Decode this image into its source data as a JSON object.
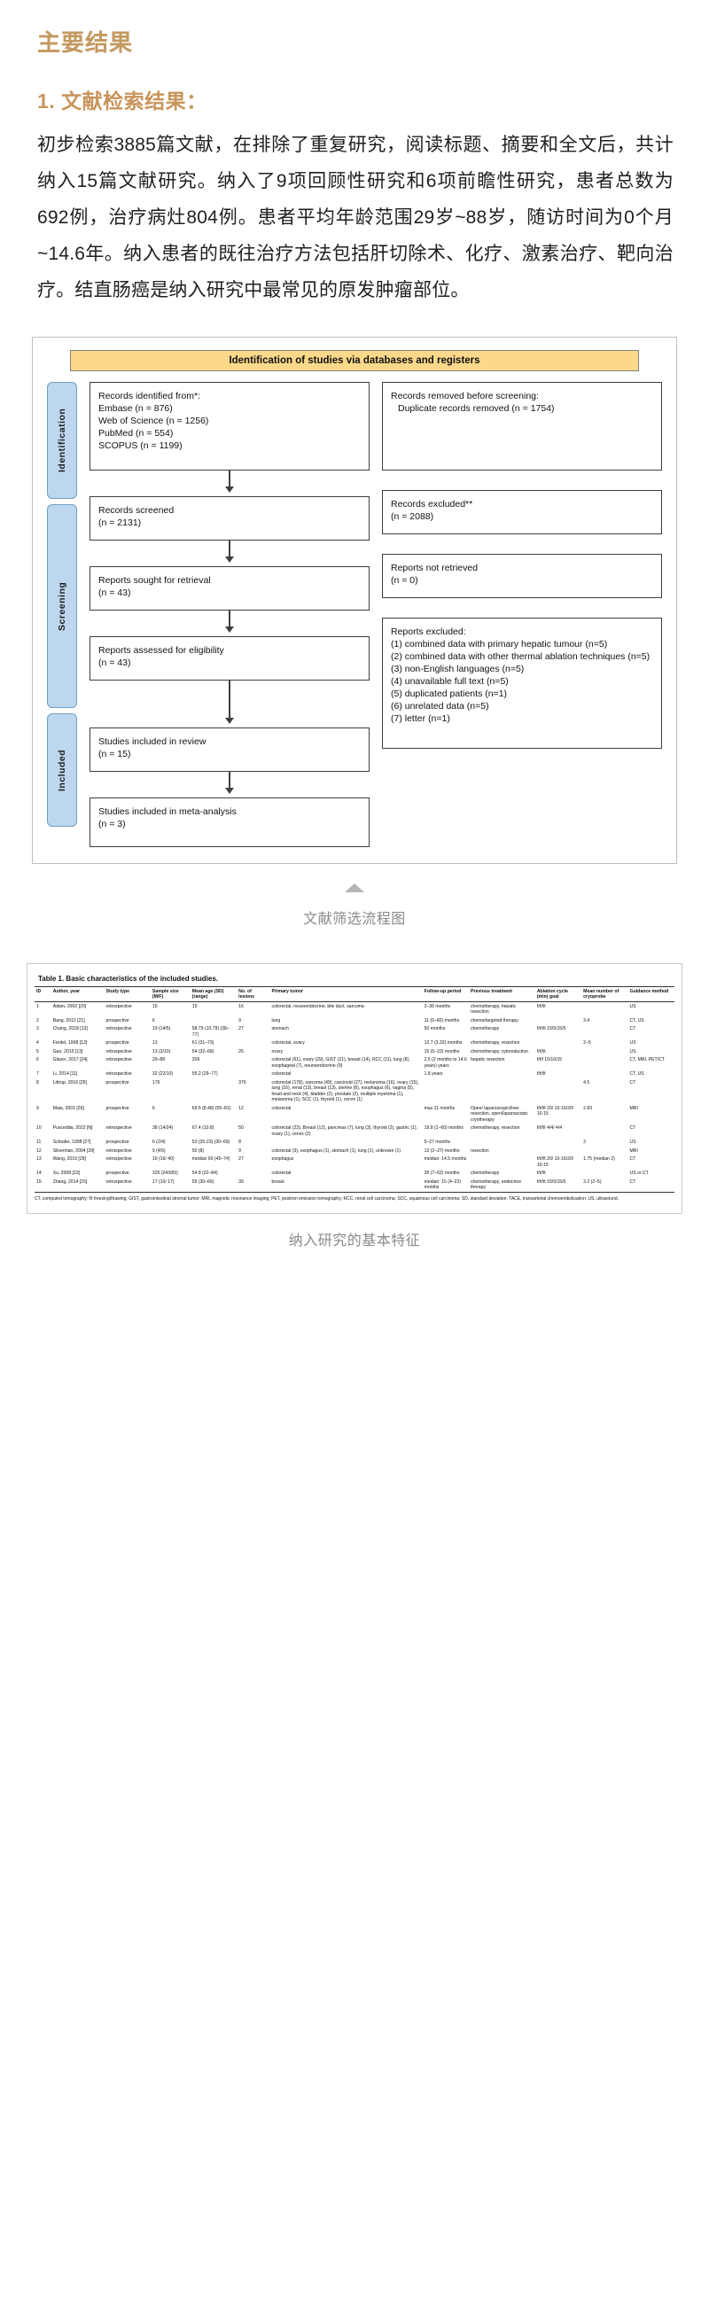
{
  "article": {
    "section_title": "主要结果",
    "sub_title": "1. 文献检索结果：",
    "body": "初步检索3885篇文献，在排除了重复研究，阅读标题、摘要和全文后，共计纳入15篇文献研究。纳入了9项回顾性研究和6项前瞻性研究，患者总数为692例，治疗病灶804例。患者平均年龄范围29岁~88岁，随访时间为0个月~14.6年。纳入患者的既往治疗方法包括肝切除术、化疗、激素治疗、靶向治疗。结直肠癌是纳入研究中最常见的原发肿瘤部位。",
    "accent_color": "#c8945b"
  },
  "figure": {
    "caption": "文献筛选流程图",
    "banner": "Identification of studies via databases and registers",
    "banner_color": "#fcd98a",
    "stage_color": "#bdd7ee",
    "stages": [
      {
        "label": "Identification"
      },
      {
        "label": "Screening"
      },
      {
        "label": "Included"
      }
    ],
    "boxes": {
      "records_identified_title": "Records identified from*:",
      "records_identified_lines": [
        "Embase (n = 876)",
        "Web of Science (n = 1256)",
        "PubMed (n = 554)",
        "SCOPUS (n = 1199)"
      ],
      "records_removed_title": "Records removed before screening:",
      "records_removed_lines": [
        "Duplicate records removed (n = 1754)"
      ],
      "records_screened": "Records screened\n(n = 2131)",
      "records_screened_l1": "Records screened",
      "records_screened_l2": "(n = 2131)",
      "records_excluded_l1": "Records excluded**",
      "records_excluded_l2": "(n = 2088)",
      "reports_sought_l1": "Reports sought for retrieval",
      "reports_sought_l2": "(n = 43)",
      "reports_not_retrieved_l1": "Reports not retrieved",
      "reports_not_retrieved_l2": "(n = 0)",
      "reports_assessed_l1": "Reports assessed for eligibility",
      "reports_assessed_l2": "(n = 43)",
      "reports_excluded_title": "Reports excluded:",
      "reports_excluded_lines": [
        "(1) combined data with primary hepatic tumour (n=5)",
        "(2) combined data with other thermal ablation techniques (n=5)",
        "(3) non-English languages (n=5)",
        "(4) unavailable full text (n=5)",
        "(5) duplicated patients (n=1)",
        "(6) unrelated data (n=5)",
        "(7) letter (n=1)"
      ],
      "studies_review_l1": "Studies included in review",
      "studies_review_l2": "(n = 15)",
      "studies_meta_l1": "Studies included in meta-analysis",
      "studies_meta_l2": "(n = 3)"
    }
  },
  "table": {
    "caption": "纳入研究的基本特征",
    "title": "Table 1.  Basic characteristics of the included studies.",
    "columns": [
      "ID",
      "Author, year",
      "Study type",
      "Sample size (M/F)",
      "Mean age (SD) (range)",
      "No. of lesions",
      "Primary tumor",
      "Follow-up period",
      "Previous treatment",
      "Ablation cycle (min) goal",
      "Mean number of cryoprobe",
      "Guidance method"
    ],
    "rows": [
      [
        "1",
        "Adam, 2002 [20]",
        "retrospective",
        "15",
        "15",
        "16",
        "colorectal, neuroendocrine, bile duct, sarcoma",
        "2–36 months",
        "chemotherapy, hepatic resection",
        "f/t/f/t",
        "",
        "US"
      ],
      [
        "2",
        "Bang, 2012 [21]",
        "prospective",
        "6",
        "",
        "9",
        "lung",
        "11 (0–60) months",
        "chemo/targeted therapy",
        "",
        "3.4",
        "CT, US"
      ],
      [
        "3",
        "Chang, 2018 [13]",
        "retrospective",
        "19 (14/5)",
        "58.79 (10.79) (38–77)",
        "27",
        "stomach",
        "50 months",
        "chemotherapy",
        "f/t/f/t 15/5/15/5",
        "",
        "CT"
      ],
      [
        "4",
        "Ferdel, 1998 [12]",
        "prospective",
        "13",
        "61 (31–73)",
        "",
        "colorectal, ovary",
        "12.7 (3.32) months",
        "chemotherapy, resection",
        "",
        "2–5",
        "US"
      ],
      [
        "5",
        "Gao, 2015 [13]",
        "retrospective",
        "13 (3/10)",
        "54 (32–68)",
        "26",
        "ovary",
        "15 (5–22) months",
        "chemotherapy, cytoreduction",
        "f/t/f/t",
        "",
        "US"
      ],
      [
        "6",
        "Glazer, 2017 [24]",
        "retrospective",
        "29–88",
        "209",
        "",
        "colorectal (61), ovary (29), GIST (21), breast (14), RCC (11), lung (8), esophageal (7), neuroendocrine (9)",
        "2.5 (2 months to 14.6 years) years",
        "hepatic resection",
        "f/t/f 15/10/15",
        "",
        "CT, MRI, PET/CT"
      ],
      [
        "7",
        "Li, 2014 [11]",
        "retrospective",
        "32 (22/10)",
        "55.2 (29–77)",
        "",
        "colorectal",
        "1.8 years",
        "",
        "f/t/f/t",
        "",
        "CT, US"
      ],
      [
        "8",
        "Littrup, 2016 [25]",
        "prospective",
        "176",
        "",
        "370",
        "colorectal (178), sarcoma (49), carcinoid (27), melanoma (16), ovary (15), lung (16), renal (13), breast (13), uterine (8), esophagus (6), vagina (5), head and neck (4), bladder (2), prostate (2), multiple myeloma (1), melanoma (1), SCC (1), thyroid (1), cervix (1)",
        "",
        "",
        "",
        "4.5",
        "CT"
      ],
      [
        "9",
        "Mala, 2001 [26]",
        "prospective",
        "6",
        "69.5 (8.48) (55–81)",
        "12",
        "colorectal",
        "max 11 months",
        "Open/ laparoscopic/liver resection, open/laparoscopic cryotherapy",
        "f/t/f/t 20/ 10-16/20/ 10-15",
        "2.83",
        "MRI"
      ],
      [
        "10",
        "Puscedda, 2022 [N]",
        "retrospective",
        "38 (14/24)",
        "67.4 (10.8)",
        "50",
        "colorectal (23), Breast (12), pancreas (7), lung (3), thyroid (2), gastric (1), ovary (1), cervix (2)",
        "19.8 (1–60) months",
        "chemotherapy, resection",
        "f/t/f/t 4/4/ 4/4",
        "",
        "CT"
      ],
      [
        "11",
        "Schuder, 1998 [27]",
        "prospective",
        "6 (2/4)",
        "53 (35-23) (30–69)",
        "8",
        "",
        "5–27 months",
        "",
        "",
        "3",
        "US"
      ],
      [
        "12",
        "Silverman, 2004 [29]",
        "retrospective",
        "9 (4/5)",
        "50 (8)",
        "9",
        "colorectal (3), esophagus (1), stomach (1), lung (1), unknown (1)",
        "12 (2–27) months",
        "resection",
        "",
        "",
        "MRI"
      ],
      [
        "13",
        "Wang, 2019 [29]",
        "retrospective",
        "16 (16/ 40)",
        "median 60 (45–74)",
        "27",
        "esophagus",
        "median: 14.5 months",
        "",
        "f/t/f/t 20/ 10-16/20/ 10-15",
        "1.75 (median 2)",
        "CT"
      ],
      [
        "14",
        "Xu, 2008 [23]",
        "prospective",
        "326 (243/83)",
        "54.8 (32–84)",
        "",
        "colorectal",
        "36 (7–62) months",
        "chemotherapy",
        "f/t/f/t",
        "",
        "US or CT"
      ],
      [
        "15",
        "Zhang, 2014 [15]",
        "retrospective",
        "17 (10/ 17)",
        "55 (30–66)",
        "39",
        "breast",
        "median: 15 (4–22) months",
        "chemotherapy, endocrine therapy",
        "f/t/f/t 15/5/15/5",
        "3.2 (2–5)",
        "CT"
      ]
    ],
    "footnote": "CT, computed tomography; f/t freezing/thawing; GIST, gastrointestinal stromal tumor; MRI, magnetic resonance imaging; PET, positron emission tomography; RCC, renal cell carcinoma; SCC, squamous cell carcinoma; SD, standard deviation; TACE, transarterial chemoembolization; US, ultrasound."
  }
}
